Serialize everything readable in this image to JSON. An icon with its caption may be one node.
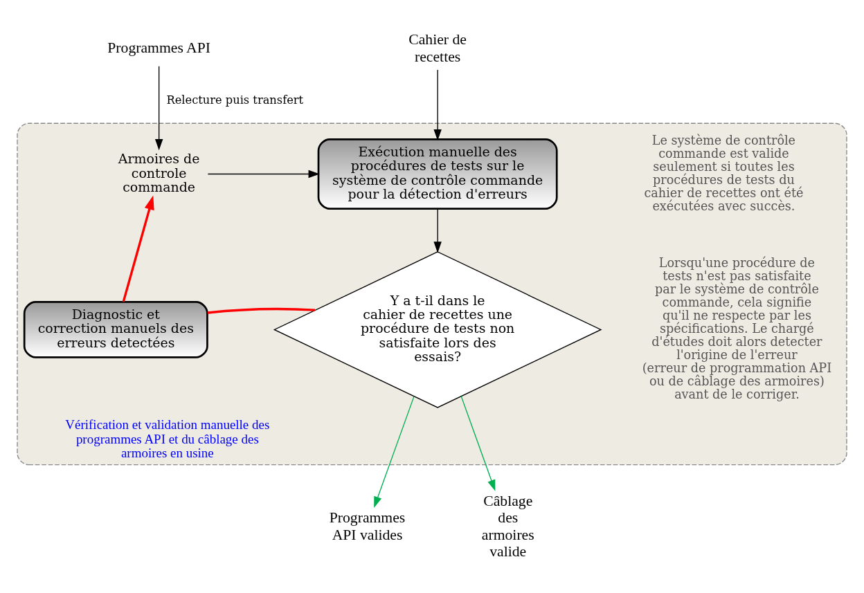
{
  "diagram": {
    "nodes": [
      {
        "text": [
          "Vérification et validation manuelle des programmes API et du câblage des armoires en usine"
        ]
      },
      {
        "text": [
          "Programmes API"
        ]
      },
      {
        "text": [
          "Cahier de recettes"
        ]
      },
      {
        "text": [
          "Armoires de controle commande"
        ],
        "in": 0
      },
      {
        "text": [
          "Exécution manuelle des procédures de tests sur le système de contrôle commande pour la détection d'erreurs"
        ],
        "in": 0
      },
      {
        "text": [
          "Diagnostic et correction manuels des erreurs detectées"
        ],
        "in": 0
      },
      {
        "text": [
          "Y a t-il dans le cahier de recettes une procédure de tests non satisfaite lors des essais?"
        ],
        "in": 0
      },
      {
        "text": [
          "Programmes API valides"
        ]
      },
      {
        "text": [
          "Câblage des armoires valide"
        ]
      }
    ],
    "edges": [
      {
        "from": 1,
        "to": 3,
        "arrow": "to",
        "label": "Relecture puis transfert"
      },
      {
        "from": 2,
        "to": 4,
        "arrow": "to"
      },
      {
        "from": 3,
        "to": 4,
        "arrow": "to"
      },
      {
        "from": 4,
        "to": 6,
        "arrow": "to"
      },
      {
        "from": 6,
        "to": 5,
        "arrow": "none",
        "color": "#ff0000",
        "style": "thick"
      },
      {
        "from": 5,
        "to": 3,
        "arrow": "to",
        "color": "#ff0000",
        "style": "thick"
      },
      {
        "from": 6,
        "to": 7,
        "arrow": "to",
        "color": "#00b050"
      },
      {
        "from": 6,
        "to": 8,
        "arrow": "to",
        "color": "#00b050"
      }
    ],
    "labels": [
      "Le système de contrôle commande est valide seulement si toutes les procédures de tests du cahier de recettes ont été exécutées avec succès.",
      "Lorsqu'une procédure de tests n'est pas satisfaite par le système de contrôle commande, cela signifie qu'il ne respecte par les spécifications. Le chargé d'études doit alors detecter l'origine de l'erreur (erreur de programmation API ou de câblage des armoires) avant de le corriger."
    ]
  }
}
